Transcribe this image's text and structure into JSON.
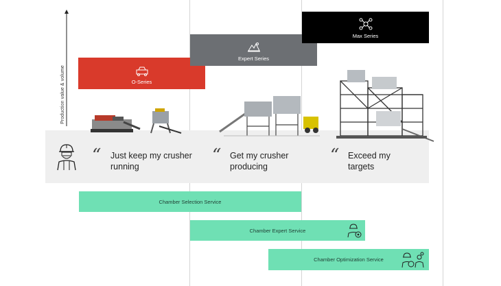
{
  "axis": {
    "ylabel": "Production value & volume"
  },
  "series": [
    {
      "name": "O-Series",
      "color": "#d93a2b",
      "icon": "crusher-icon"
    },
    {
      "name": "Expert Series",
      "color": "#6c6f73",
      "icon": "plant-icon"
    },
    {
      "name": "Max Series",
      "color": "#000000",
      "icon": "network-icon"
    }
  ],
  "quotes": [
    {
      "line1": "Just keep my crusher",
      "line2": "running"
    },
    {
      "line1": "Get my crusher",
      "line2": "producing"
    },
    {
      "line1": "Exceed my",
      "line2": "targets"
    }
  ],
  "services": [
    {
      "name": "Chamber Selection Service"
    },
    {
      "name": "Chamber Expert Service"
    },
    {
      "name": "Chamber Optimization Service"
    }
  ]
}
